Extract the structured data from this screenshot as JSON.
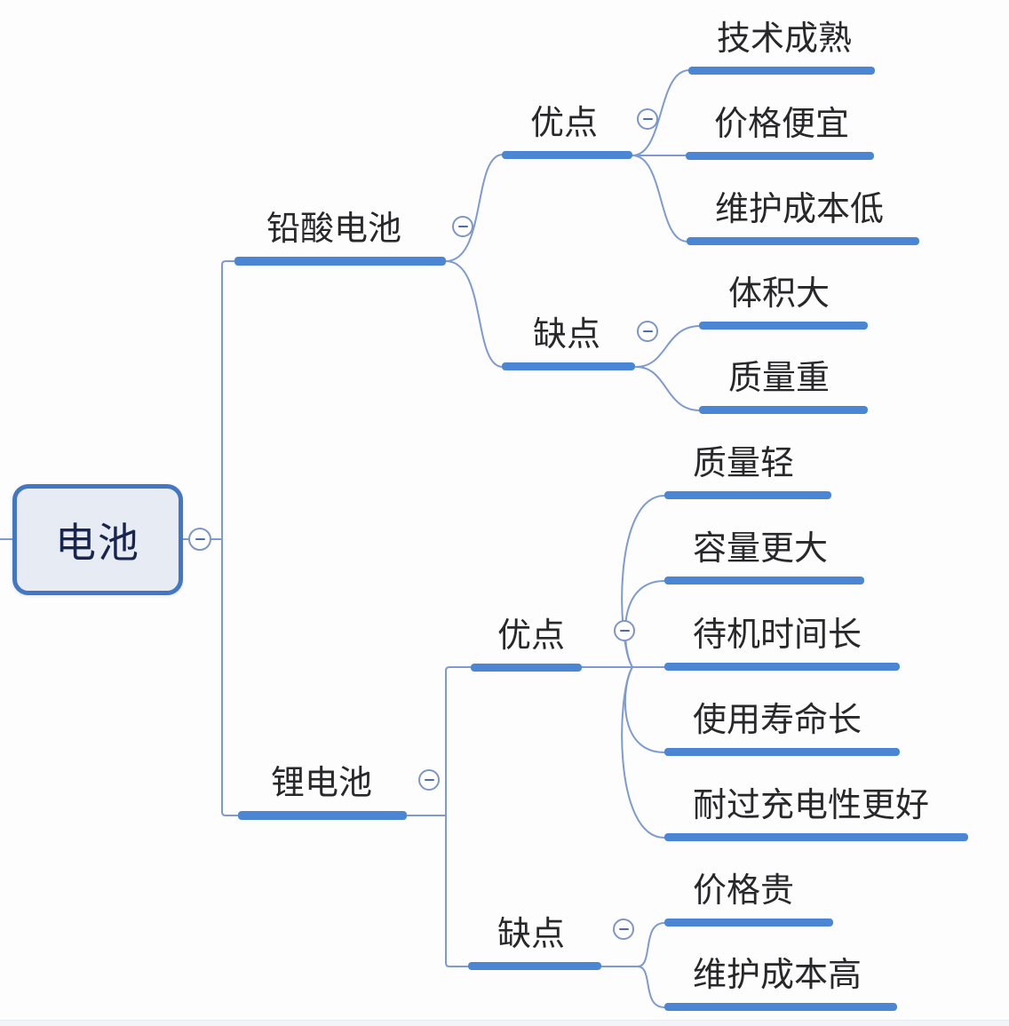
{
  "root": {
    "label": "电池"
  },
  "branches": [
    {
      "label": "铅酸电池",
      "children": [
        {
          "label": "优点",
          "children": [
            {
              "label": "技术成熟"
            },
            {
              "label": "价格便宜"
            },
            {
              "label": "维护成本低"
            }
          ]
        },
        {
          "label": "缺点",
          "children": [
            {
              "label": "体积大"
            },
            {
              "label": "质量重"
            }
          ]
        }
      ]
    },
    {
      "label": "锂电池",
      "children": [
        {
          "label": "优点",
          "children": [
            {
              "label": "质量轻"
            },
            {
              "label": "容量更大"
            },
            {
              "label": "待机时间长"
            },
            {
              "label": "使用寿命长"
            },
            {
              "label": "耐过充电性更好"
            }
          ]
        },
        {
          "label": "缺点",
          "children": [
            {
              "label": "价格贵"
            },
            {
              "label": "维护成本高"
            }
          ]
        }
      ]
    }
  ],
  "icons": {
    "collapse": "minus"
  },
  "colors": {
    "node_bar": "#4a86d3",
    "connector": "#7d9bd2",
    "root_border": "#4377c2",
    "root_fill": "#e7ecf4",
    "root_text": "#17254f",
    "label_text": "#28282b",
    "toggle_border": "#7d96c8",
    "toggle_minus": "#4a6db0"
  }
}
